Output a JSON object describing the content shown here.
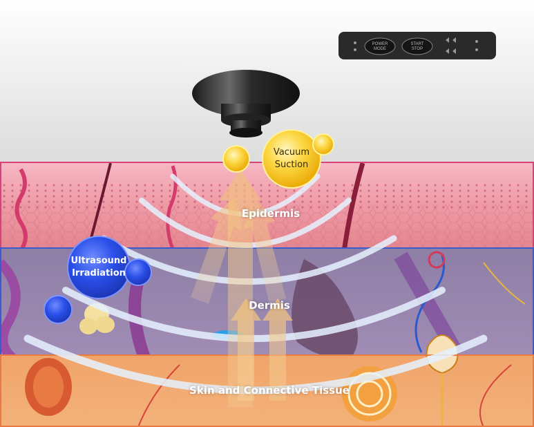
{
  "device": {
    "panel_buttons": [
      {
        "label": "POWER MODE"
      },
      {
        "label": "START STOP"
      }
    ]
  },
  "layers": {
    "epidermis": {
      "label": "Epidermis",
      "color": "#e05a8a"
    },
    "dermis": {
      "label": "Dermis",
      "color": "#4a66c8"
    },
    "tissue": {
      "label": "Skin and Connective Tissue",
      "color": "#e88a4a"
    }
  },
  "bubbles": {
    "vacuum": {
      "line1": "Vacuum",
      "line2": "Suction",
      "color": "#f7c21c"
    },
    "ultrasound": {
      "line1": "Ultrasound",
      "line2": "Irradiation",
      "color": "#2450e0"
    }
  },
  "colors": {
    "arrow": "#f2c98a",
    "wave": "#cfe8ff"
  }
}
